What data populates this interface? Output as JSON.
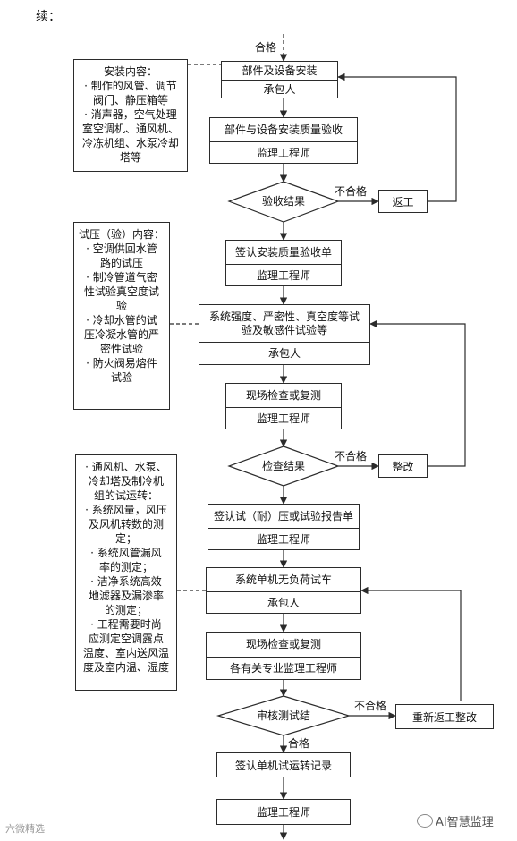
{
  "heading": "续：",
  "labels": {
    "pass_top": "合格",
    "pass_bottom": "合格",
    "fail_1": "不合格",
    "fail_2": "不合格",
    "fail_3": "不合格"
  },
  "notes": {
    "install": [
      "安装内容：",
      "· 制作的风管、调节",
      "阀门、静压箱等",
      "· 消声器，空气处理",
      "室空调机、通风机、",
      "冷冻机组、水泵冷却",
      "塔等"
    ],
    "pressure": [
      "试压（验）内容：",
      "· 空调供回水管",
      "路的试压",
      "· 制冷管道气密",
      "性试验真空度试",
      "验",
      "· 冷却水管的试",
      "压冷凝水管的严",
      "密性试验",
      "· 防火阀易熔件",
      "试验"
    ],
    "trial": [
      "· 通风机、水泵、",
      "冷却塔及制冷机",
      "组的试运转：",
      "· 系统风量，风压",
      "及风机转数的测",
      "定；",
      "· 系统风管漏风",
      "率的测定；",
      "· 洁净系统高效",
      "地滤器及漏渗率",
      "的测定；",
      "· 工程需要时尚",
      "应测定空调露点",
      "温度、室内送风温",
      "度及室内温、湿度"
    ]
  },
  "steps": {
    "s1": {
      "title": "部件及设备安装",
      "role": "承包人"
    },
    "s2": {
      "title": "部件与设备安装质量验收",
      "role": "监理工程师"
    },
    "d1": "验收结果",
    "r1": "返工",
    "s3": {
      "title": "签认安装质量验收单",
      "role": "监理工程师"
    },
    "s4": {
      "title1": "系统强度、严密性、真空度等试",
      "title2": "验及敏感件试验等",
      "role": "承包人"
    },
    "s5": {
      "title": "现场检查或复测",
      "role": "监理工程师"
    },
    "d2": "检查结果",
    "r2": "整改",
    "s6": {
      "title": "签认试（耐）压或试验报告单",
      "role": "监理工程师"
    },
    "s7": {
      "title": "系统单机无负荷试车",
      "role": "承包人"
    },
    "s8": {
      "title": "现场检查或复测",
      "role": "各有关专业监理工程师"
    },
    "d3": "审核测试结",
    "r3": "重新返工整改",
    "s9": "签认单机试运转记录",
    "s10": "监理工程师"
  },
  "watermarks": {
    "left": "六微精选",
    "right": "AI智慧监理"
  },
  "colors": {
    "line": "#2b2b2b",
    "arrow": "#2b2b2b"
  }
}
